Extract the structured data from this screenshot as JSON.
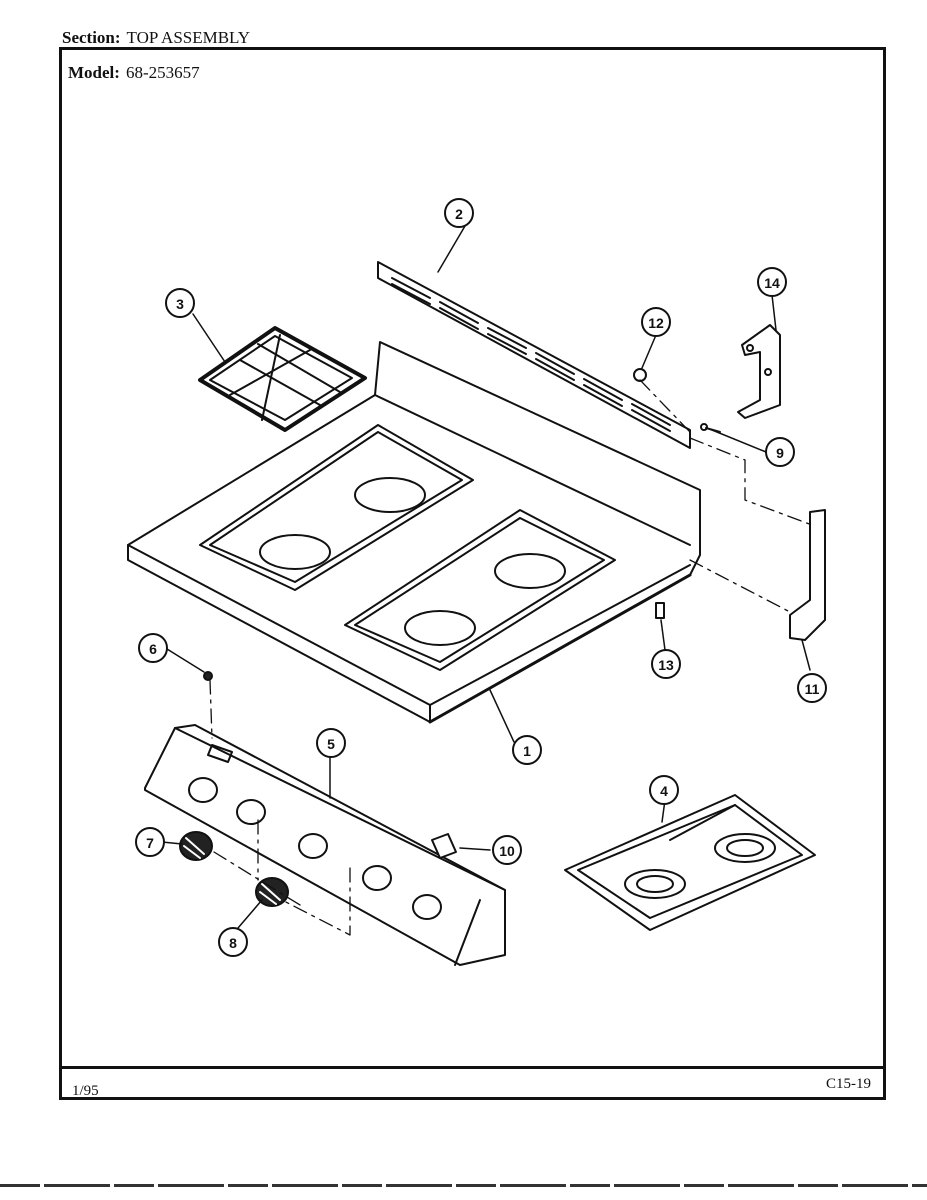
{
  "header": {
    "section_label": "Section:",
    "section_value": "TOP ASSEMBLY",
    "model_label": "Model:",
    "model_value": "68-253657"
  },
  "footer": {
    "date": "1/95",
    "page_code": "C15-19"
  },
  "callouts": [
    "1",
    "2",
    "3",
    "4",
    "5",
    "6",
    "7",
    "8",
    "9",
    "10",
    "11",
    "12",
    "13",
    "14"
  ]
}
